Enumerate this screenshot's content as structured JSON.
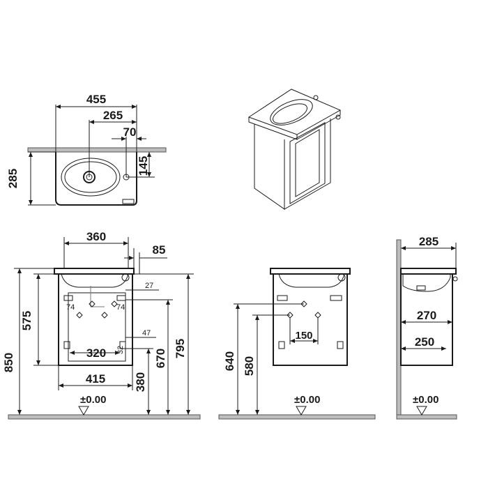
{
  "colors": {
    "line": "#1a1a1a",
    "wall": "#bdbdbd",
    "background": "#ffffff"
  },
  "top_view": {
    "width_455": "455",
    "tap_265": "265",
    "tap_70": "70",
    "depth_285": "285",
    "depth_145": "145"
  },
  "front_view": {
    "width_360": "360",
    "offset_85": "85",
    "dim_27": "27",
    "height_575": "575",
    "height_850": "850",
    "height_795": "795",
    "height_670": "670",
    "height_380": "380",
    "dim_47": "47",
    "dim_74_left": "74",
    "dim_74_right": "74",
    "dim_32": "32",
    "width_320": "320",
    "width_415": "415",
    "floor_level": "±0.00"
  },
  "rear_view": {
    "height_640": "640",
    "height_580": "580",
    "width_150": "150",
    "floor_level": "±0.00"
  },
  "side_view": {
    "depth_285": "285",
    "depth_270": "270",
    "depth_250": "250",
    "floor_level": "±0.00"
  }
}
